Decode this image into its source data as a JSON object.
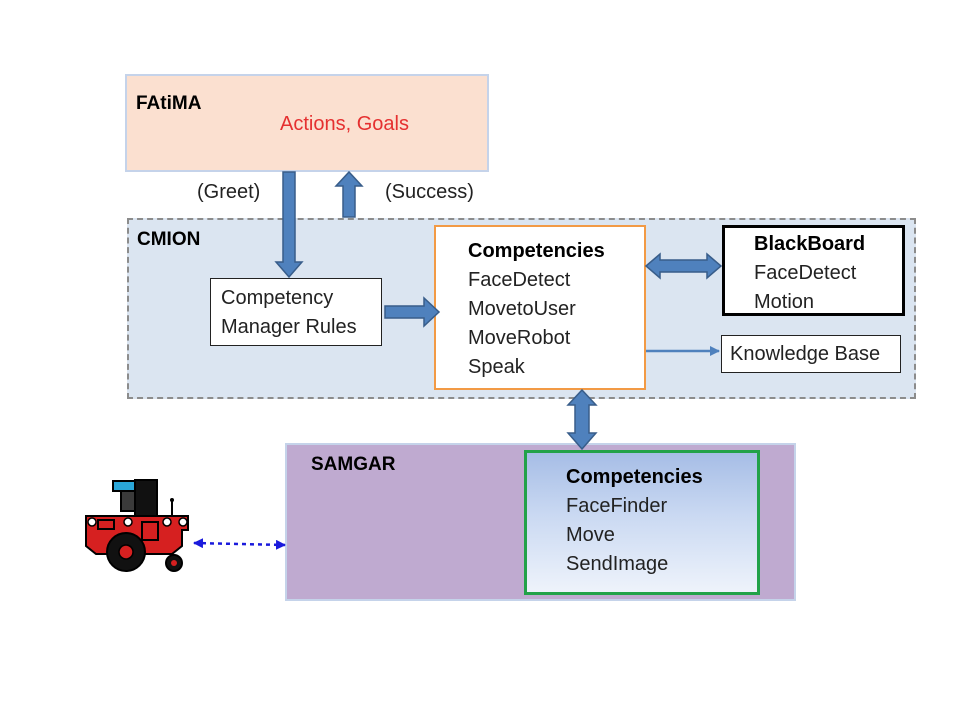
{
  "fatima": {
    "title": "FAtiMA",
    "subtitle": "Actions, Goals"
  },
  "labels": {
    "greet": "(Greet)",
    "success": "(Success)"
  },
  "cmion": {
    "title": "CMION",
    "manager": {
      "line1": "Competency",
      "line2": "Manager Rules"
    },
    "competencies": {
      "title": "Competencies",
      "items": [
        "FaceDetect",
        "MovetoUser",
        "MoveRobot",
        "Speak"
      ]
    },
    "blackboard": {
      "title": "BlackBoard",
      "items": [
        "FaceDetect",
        "Motion"
      ]
    },
    "knowledge_base": "Knowledge Base"
  },
  "samgar": {
    "title": "SAMGAR",
    "competencies": {
      "title": "Competencies",
      "items": [
        "FaceFinder",
        "Move",
        "SendImage"
      ]
    }
  },
  "colors": {
    "fatima_fill": "#fbe0d0",
    "cmion_fill": "#dbe5f1",
    "samgar_fill": "#bfaad0",
    "arrow_fill": "#4f81bd",
    "arrow_stroke": "#385d8a",
    "actions_text": "#e53030",
    "cmion_comp_border": "#f29a45",
    "samgar_comp_border": "#22a249",
    "robot_body": "#d62020"
  },
  "icons": {
    "robot": "robot-icon"
  }
}
